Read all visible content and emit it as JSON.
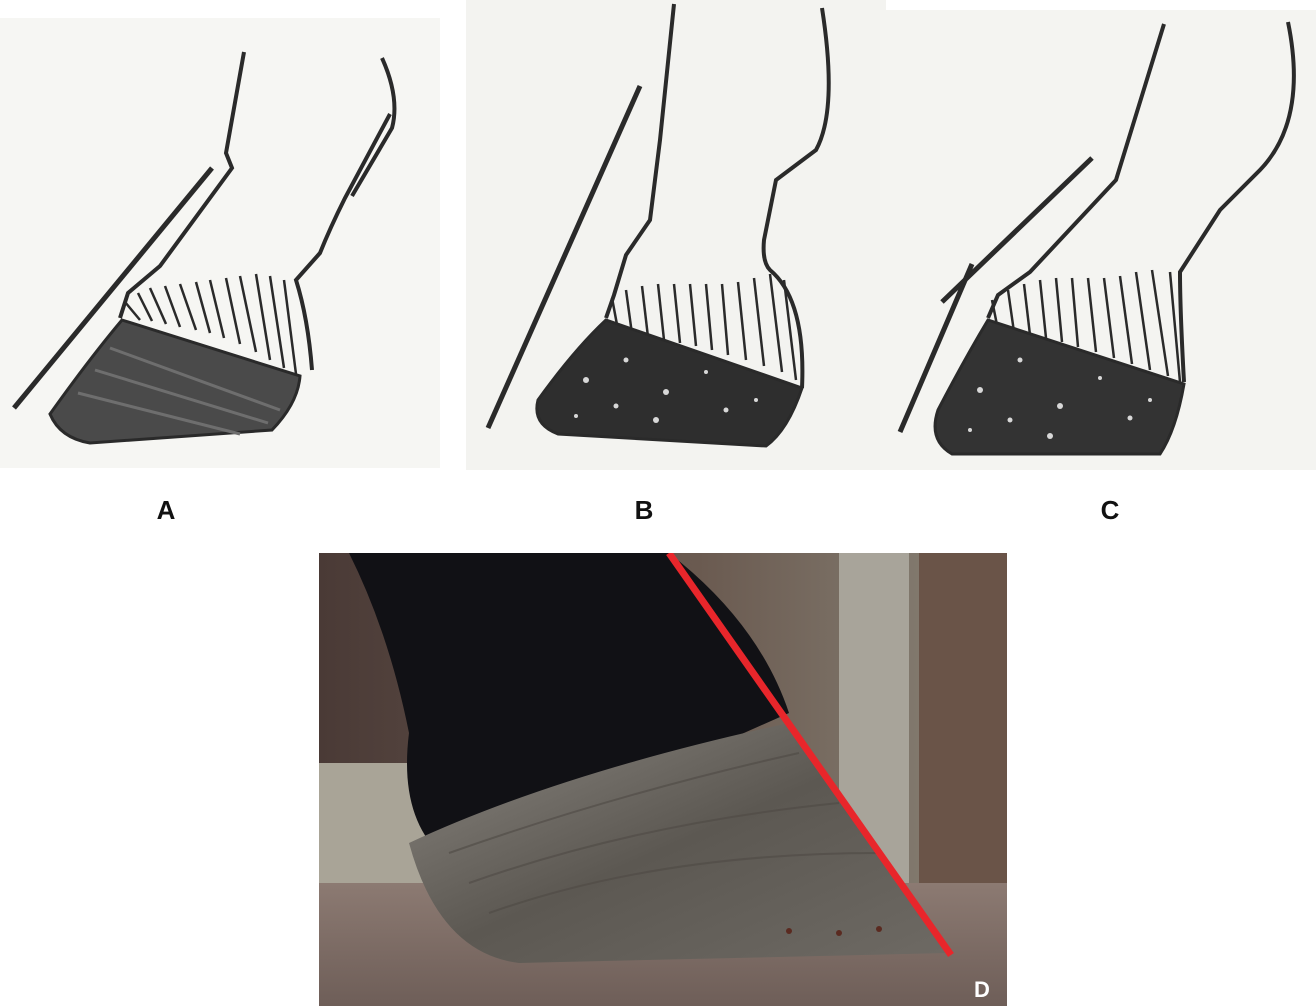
{
  "figure": {
    "panels": [
      {
        "id": "a",
        "label": "A",
        "content": "hoof-drawing"
      },
      {
        "id": "b",
        "label": "B",
        "content": "hoof-drawing"
      },
      {
        "id": "c",
        "label": "C",
        "content": "hoof-drawing"
      }
    ],
    "photo": {
      "label": "D",
      "content": "hoof-photo"
    }
  },
  "colors": {
    "ink": "#2a2a2a",
    "paper": "#f4f4f1",
    "reference_line": "#e8262b",
    "label_text": "#111111",
    "photo_label": "#ffffff"
  }
}
